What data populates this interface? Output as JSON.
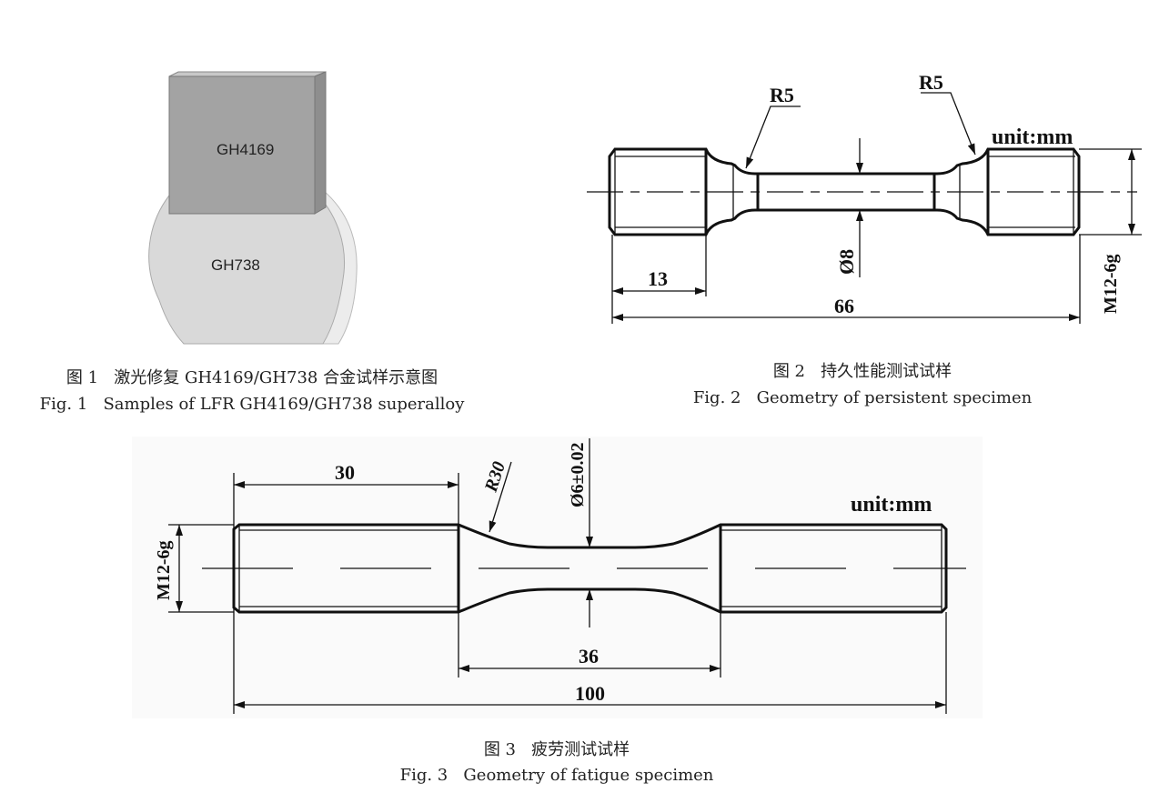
{
  "figure1": {
    "block_label": "GH4169",
    "disk_label": "GH738",
    "caption_cn": "图 1   激光修复 GH4169/GH738 合金试样示意图",
    "caption_en": "Fig. 1   Samples of LFR GH4169/GH738 superalloy"
  },
  "figure2": {
    "radius_left": "R5",
    "radius_right": "R5",
    "unit": "unit:mm",
    "grip_length": "13",
    "total_length": "66",
    "gauge_diameter": "Ø8",
    "thread": "M12-6g",
    "caption_cn": "图 2   持久性能测试试样",
    "caption_en": "Fig. 2   Geometry of persistent specimen"
  },
  "figure3": {
    "grip_length": "30",
    "radius": "R30",
    "gauge_diameter": "Ø6±0.02",
    "unit": "unit:mm",
    "thread": "M12-6g",
    "middle_length": "36",
    "total_length": "100",
    "caption_cn": "图 3   疲劳测试试样",
    "caption_en": "Fig. 3   Geometry of fatigue specimen"
  }
}
